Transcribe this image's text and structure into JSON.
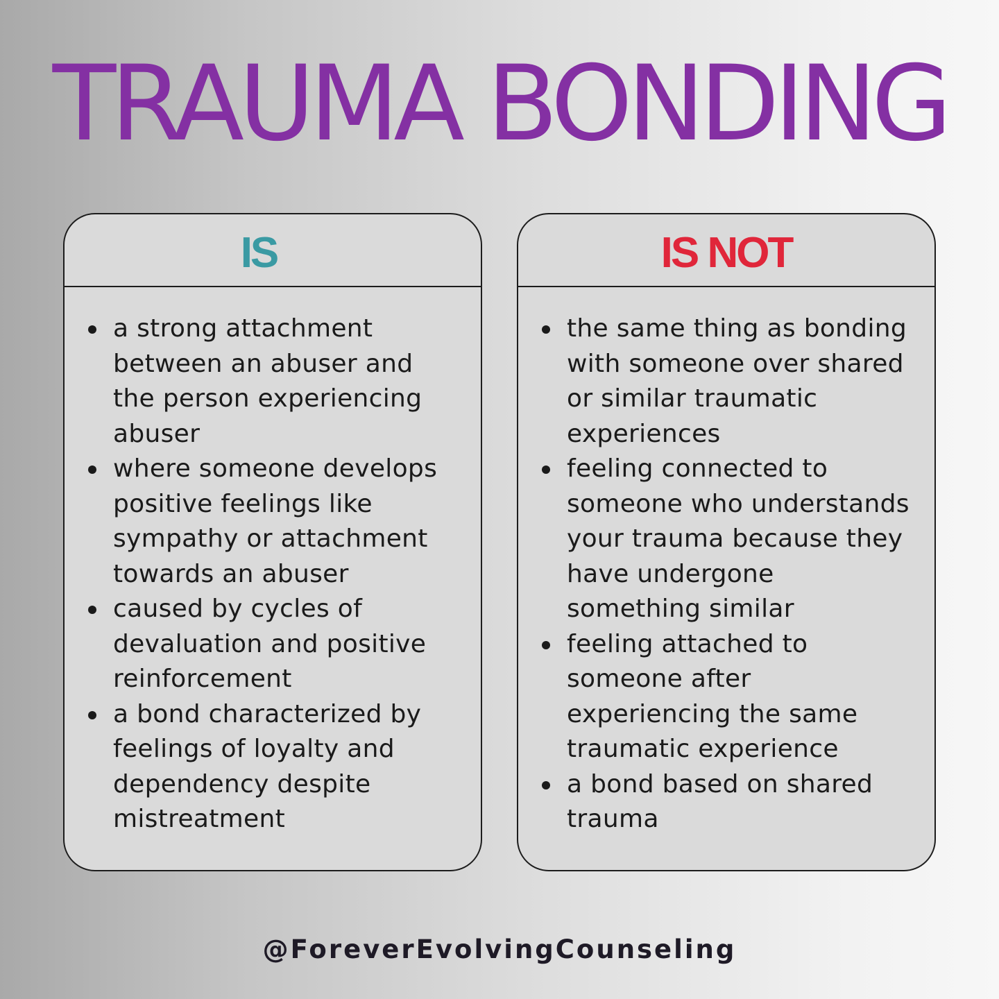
{
  "title": "TRAUMA BONDING",
  "colors": {
    "title": "#8430a3",
    "is_heading": "#3a9aa3",
    "is_not_heading": "#e0263a",
    "card_background": "#dadada",
    "card_border": "#1c1c1c",
    "text": "#1a1a1a"
  },
  "is_card": {
    "heading": "IS",
    "items": [
      {
        "lines": [
          "a strong attachment",
          "between an abuser and",
          "the person experiencing",
          "abuser"
        ]
      },
      {
        "lines": [
          "where someone develops",
          "positive feelings like",
          "sympathy or attachment",
          "towards an abuser"
        ]
      },
      {
        "lines": [
          "caused by cycles of",
          "devaluation and positive",
          "reinforcement"
        ]
      },
      {
        "lines": [
          "a bond characterized by",
          "feelings of loyalty and",
          "dependency despite",
          "mistreatment"
        ]
      }
    ]
  },
  "is_not_card": {
    "heading": "IS NOT",
    "items": [
      {
        "lines": [
          "the same thing as bonding",
          "with someone over shared",
          "or similar traumatic",
          "experiences"
        ]
      },
      {
        "lines": [
          "feeling connected to",
          "someone who understands",
          "your trauma because they",
          "have undergone",
          "something similar"
        ]
      },
      {
        "lines": [
          "feeling attached to",
          "someone after",
          "experiencing the same",
          "traumatic experience"
        ]
      },
      {
        "lines": [
          "a bond based on shared",
          "trauma"
        ]
      }
    ]
  },
  "footer": {
    "handle": "@ForeverEvolvingCounseling"
  }
}
